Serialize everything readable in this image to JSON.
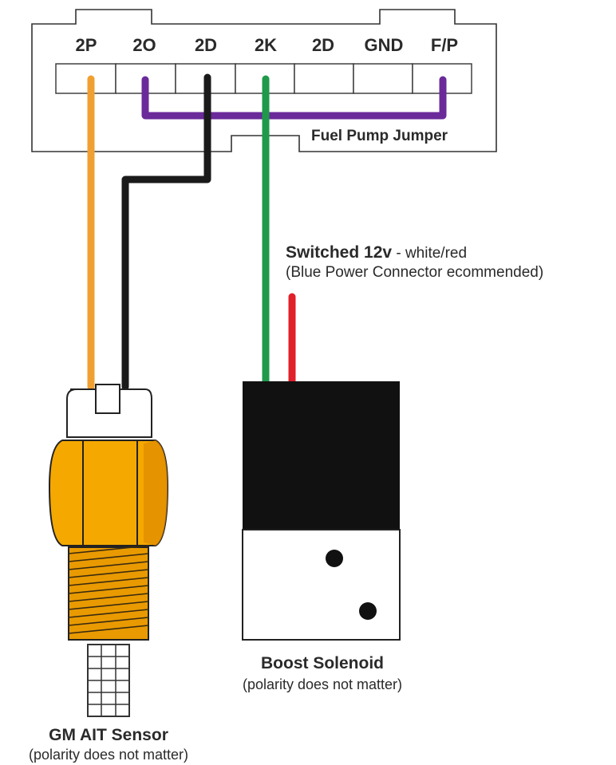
{
  "connector": {
    "pins": [
      "2P",
      "2O",
      "2D",
      "2K",
      "2D",
      "GND",
      "F/P"
    ],
    "jumper_label": "Fuel Pump Jumper"
  },
  "power": {
    "label_bold": "Switched 12v",
    "label_rest": " - white/red",
    "note": "(Blue Power Connector ecommended)"
  },
  "solenoid": {
    "title": "Boost Solenoid",
    "note": "(polarity does not matter)"
  },
  "sensor": {
    "title": "GM AIT Sensor",
    "note": "(polarity does not matter)"
  },
  "colors": {
    "orange_wire": "#f0a030",
    "black_wire": "#1a1a1a",
    "green_wire": "#1f9a4a",
    "purple_jumper": "#6a2a9a",
    "red_wire": "#e0202a",
    "sensor_body": "#f5a800",
    "sensor_shadow": "#e08a00"
  }
}
